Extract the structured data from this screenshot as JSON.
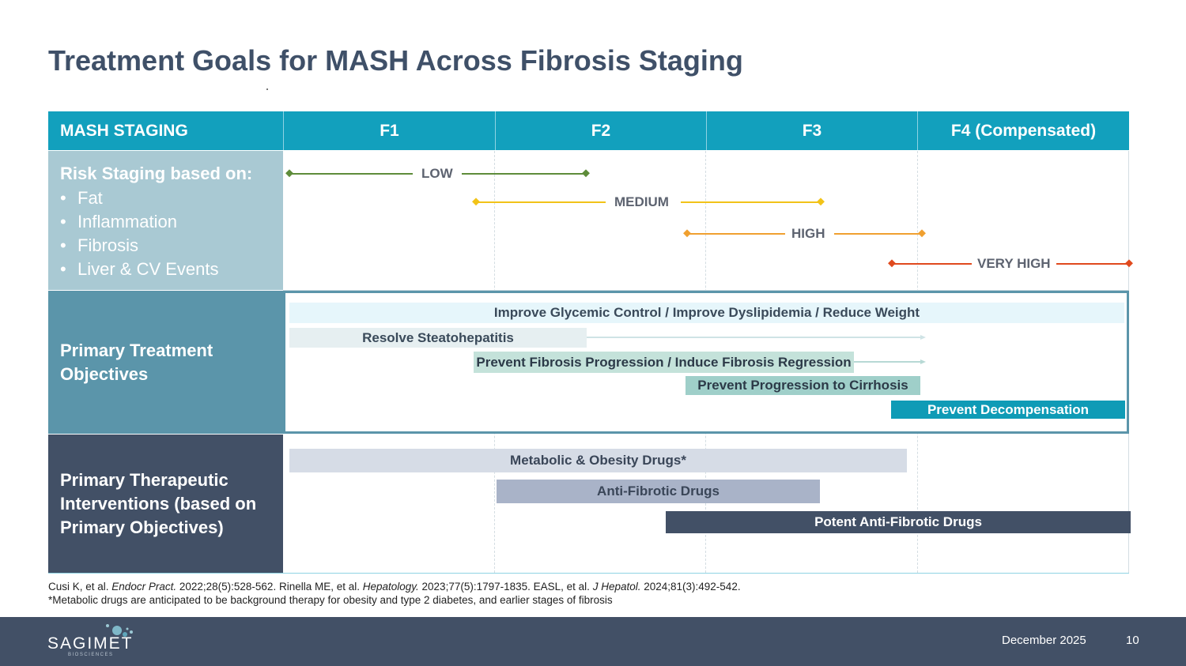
{
  "title": "Treatment Goals for MASH Across Fibrosis Staging",
  "header": {
    "staging_label": "MASH STAGING",
    "stages": [
      "F1",
      "F2",
      "F3",
      "F4 (Compensated)"
    ]
  },
  "risk_section": {
    "heading": "Risk Staging based on:",
    "bullet": "•",
    "items": [
      "Fat",
      "Inflammation",
      "Fibrosis",
      "Liver & CV Events"
    ],
    "levels": [
      {
        "label": "LOW",
        "color": "#5e8c3a"
      },
      {
        "label": "MEDIUM",
        "color": "#f2c318"
      },
      {
        "label": "HIGH",
        "color": "#f0a030"
      },
      {
        "label": "VERY HIGH",
        "color": "#e04a1e"
      }
    ]
  },
  "objectives_section": {
    "heading": "Primary Treatment Objectives",
    "items": [
      "Improve Glycemic Control / Improve Dyslipidemia / Reduce Weight",
      "Resolve Steatohepatitis",
      "Prevent Fibrosis Progression / Induce Fibrosis Regression",
      "Prevent Progression to Cirrhosis",
      "Prevent Decompensation"
    ]
  },
  "interventions_section": {
    "heading": "Primary Therapeutic Interventions (based on Primary Objectives)",
    "items": [
      "Metabolic & Obesity Drugs*",
      "Anti-Fibrotic Drugs",
      "Potent Anti-Fibrotic Drugs"
    ]
  },
  "references": {
    "cusi_authors": "Cusi K, et al. ",
    "cusi_journal": "Endocr Pract.",
    "cusi_details": " 2022;28(5):528-562. Rinella ME, et al. ",
    "rinella_journal": "Hepatology.",
    "rinella_details": " 2023;77(5):1797-1835. EASL, et al. ",
    "easl_journal": "J Hepatol.",
    "easl_details": " 2024;81(3):492-542.",
    "footnote": "*Metabolic drugs are anticipated to be background therapy  for obesity and type 2 diabetes, and earlier stages of fibrosis"
  },
  "footer": {
    "logo": "SAGIMET",
    "logo_sub": "BIOSCIENCES",
    "date": "December 2025",
    "page": "10"
  },
  "colors": {
    "header_teal": "#12a0bd",
    "risk_panel": "#a9c9d3",
    "objectives_panel": "#5b95aa",
    "interventions_panel": "#425066",
    "title": "#3f5068"
  }
}
